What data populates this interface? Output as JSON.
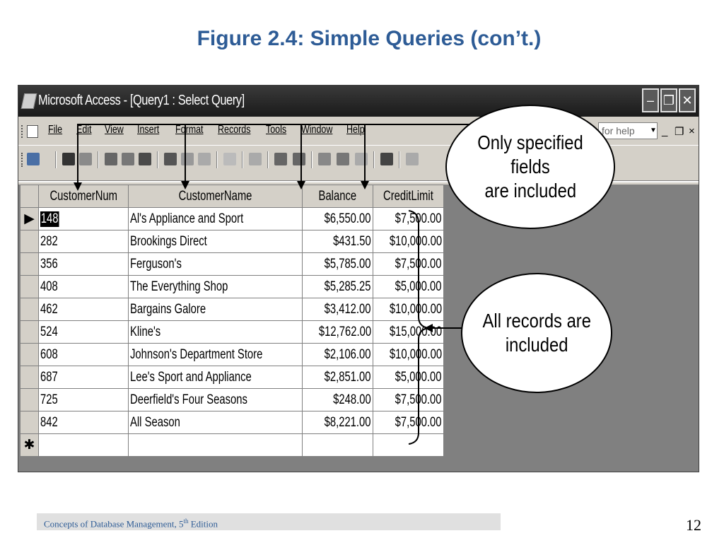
{
  "slide": {
    "title": "Figure 2.4: Simple Queries (con’t.)",
    "footer_main": "Concepts of Database Management, 5",
    "footer_sup": "th",
    "footer_tail": " Edition",
    "page_number": "12"
  },
  "window": {
    "title": "Microsoft Access - [Query1 : Select Query]",
    "minimize_glyph": "–",
    "restore_glyph": "❐",
    "close_glyph": "✕"
  },
  "menu": {
    "items": [
      "File",
      "Edit",
      "View",
      "Insert",
      "Format",
      "Records",
      "Tools",
      "Window",
      "Help"
    ],
    "help_placeholder": "for help",
    "mdi_min": "_",
    "mdi_restore": "❐",
    "mdi_close": "×"
  },
  "grid": {
    "columns": [
      "CustomerNum",
      "CustomerName",
      "Balance",
      "CreditLimit"
    ],
    "rows": [
      [
        "148",
        "Al's Appliance and Sport",
        "$6,550.00",
        "$7,500.00"
      ],
      [
        "282",
        "Brookings Direct",
        "$431.50",
        "$10,000.00"
      ],
      [
        "356",
        "Ferguson's",
        "$5,785.00",
        "$7,500.00"
      ],
      [
        "408",
        "The Everything Shop",
        "$5,285.25",
        "$5,000.00"
      ],
      [
        "462",
        "Bargains Galore",
        "$3,412.00",
        "$10,000.00"
      ],
      [
        "524",
        "Kline's",
        "$12,762.00",
        "$15,000.00"
      ],
      [
        "608",
        "Johnson's Department Store",
        "$2,106.00",
        "$10,000.00"
      ],
      [
        "687",
        "Lee's Sport and Appliance",
        "$2,851.00",
        "$5,000.00"
      ],
      [
        "725",
        "Deerfield's Four Seasons",
        "$248.00",
        "$7,500.00"
      ],
      [
        "842",
        "All Season",
        "$8,221.00",
        "$7,500.00"
      ]
    ],
    "current_row_marker": "▶",
    "new_row_marker": "✱"
  },
  "callouts": {
    "fields_line1": "Only specified fields",
    "fields_line2": "are included",
    "records_line1": "All records are",
    "records_line2": "included"
  }
}
